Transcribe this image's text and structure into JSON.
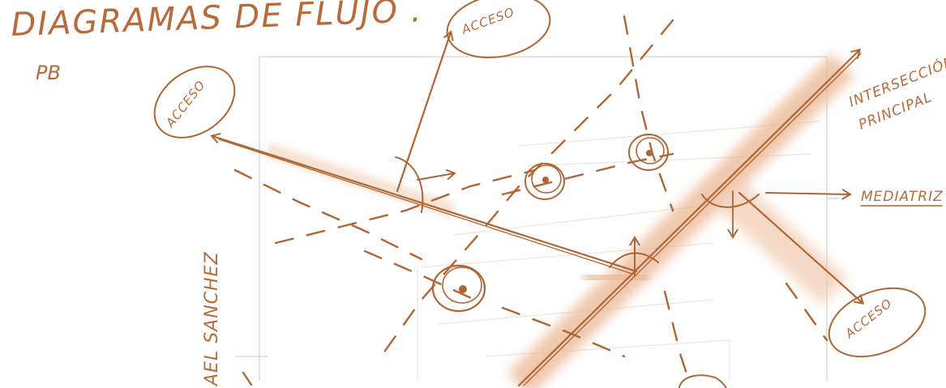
{
  "title": "DIAGRAMAS DE FLUJO .",
  "subtitle": "PB",
  "labels": {
    "interseccion_line1": "INTERSECCIÓN",
    "interseccion_line2": "PRINCIPAL",
    "mediatriz": "MEDIATRIZ",
    "vertical_street": "AEL SANCHEZ"
  },
  "access_ovals": [
    {
      "label": "ACCESO"
    },
    {
      "label": "ACCESO"
    },
    {
      "label": "ACCESO"
    }
  ],
  "colors": {
    "ink": "#b06535",
    "wash": "#e8b896",
    "text": "#b86a3a"
  }
}
